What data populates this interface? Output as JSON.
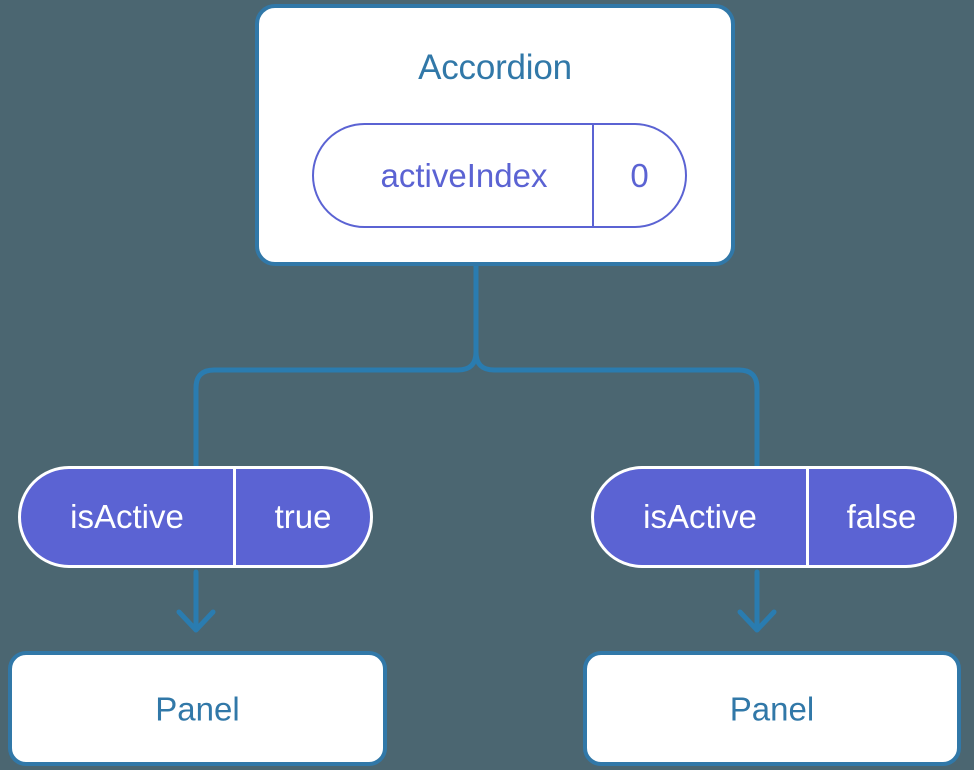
{
  "theme": {
    "background_color": "#4b6671",
    "card_border_color": "#3178a8",
    "title_text_color": "#3178a8",
    "prop_accent_color": "#5b63d3",
    "connector_color": "#2a7cb0",
    "card_fill_color": "#ffffff",
    "pill_text_on_fill_color": "#ffffff"
  },
  "diagram": {
    "type": "component-tree",
    "root": {
      "title": "Accordion",
      "prop": {
        "key": "activeIndex",
        "value": "0",
        "style": "outlined"
      }
    },
    "children": [
      {
        "prop": {
          "key": "isActive",
          "value": "true",
          "style": "filled"
        },
        "component": {
          "title": "Panel"
        }
      },
      {
        "prop": {
          "key": "isActive",
          "value": "false",
          "style": "filled"
        },
        "component": {
          "title": "Panel"
        }
      }
    ]
  }
}
